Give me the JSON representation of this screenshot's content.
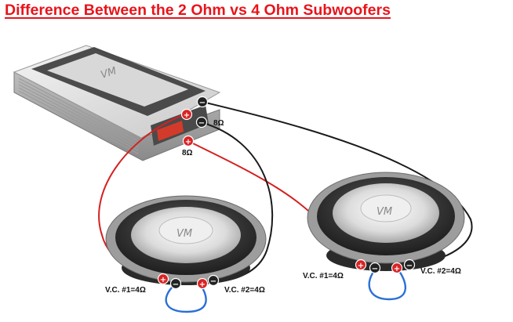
{
  "title": "Difference Between the 2 Ohm vs 4 Ohm Subwoofers",
  "amplifier": {
    "logo": "VM",
    "terminal_label_top": "8Ω",
    "terminal_label_bottom": "8Ω",
    "plus_sign": "+",
    "minus_sign": "−"
  },
  "subwoofers": [
    {
      "logo": "VM",
      "vc1_label": "V.C. #1=4Ω",
      "vc2_label": "V.C. #2=4Ω"
    },
    {
      "logo": "VM",
      "vc1_label": "V.C. #1=4Ω",
      "vc2_label": "V.C. #2=4Ω"
    }
  ],
  "colors": {
    "title": "#e8141b",
    "positive_wire": "#d42121",
    "negative_wire": "#1a1a1a",
    "jumper_wire": "#2a6fd6",
    "terminal_red": "#d92323",
    "terminal_dark": "#222222"
  }
}
